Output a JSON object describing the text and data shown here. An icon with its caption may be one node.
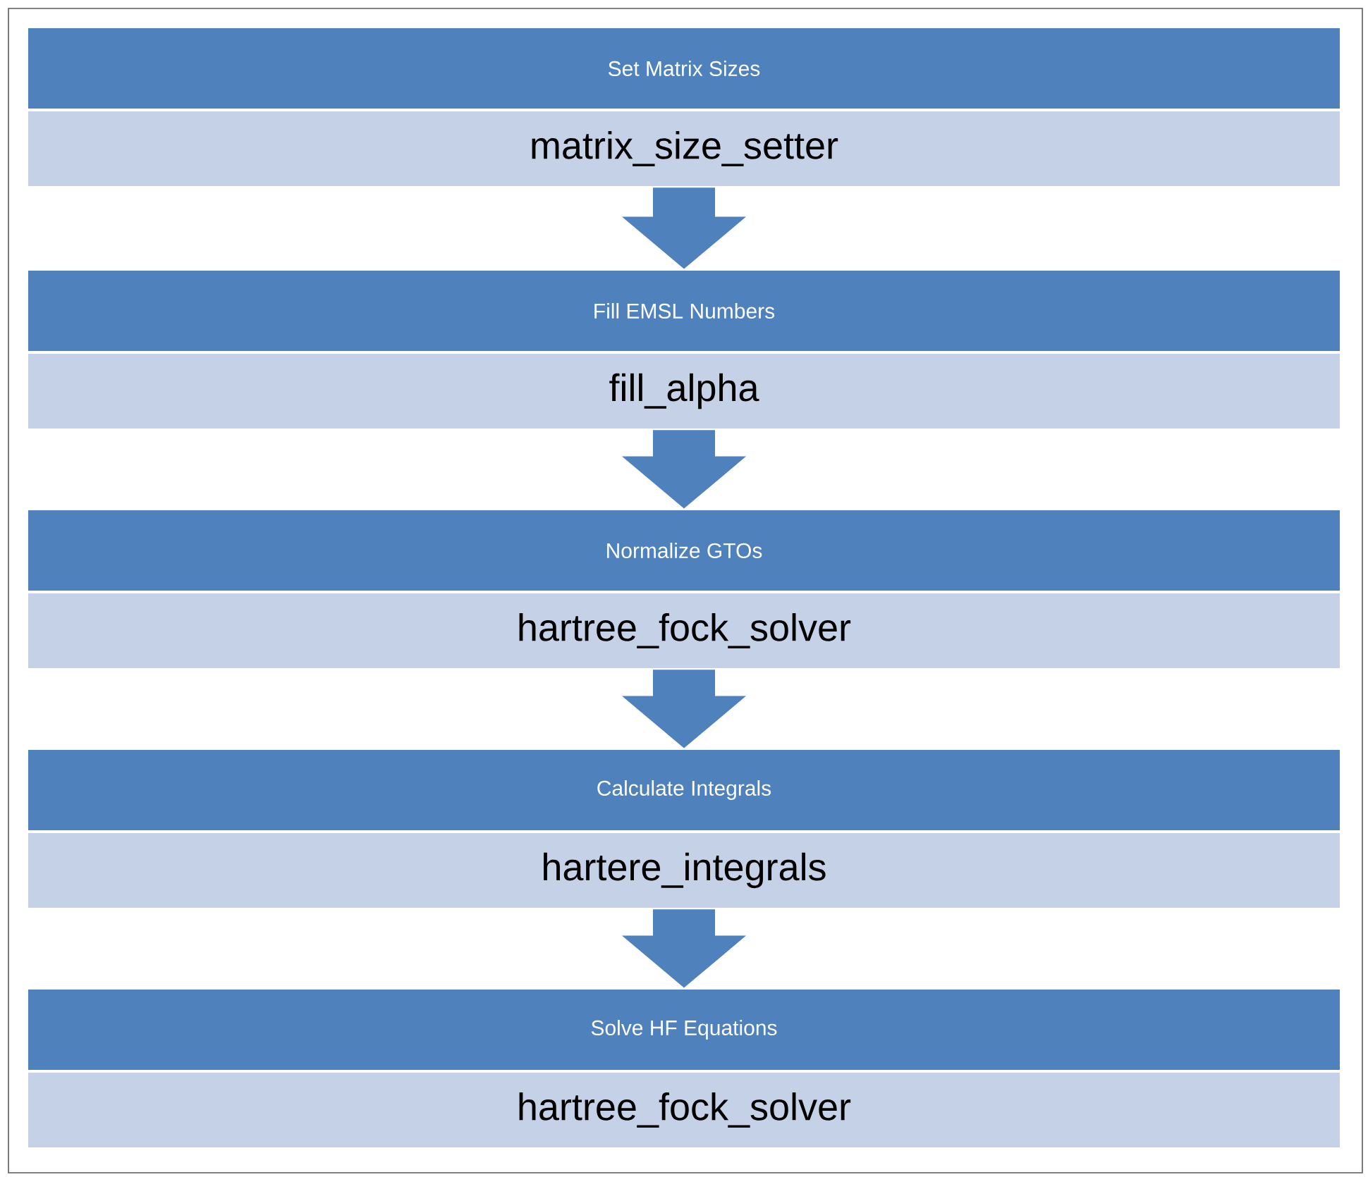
{
  "diagram": {
    "nodes": [
      {
        "text": [
          "Set Matrix Sizes"
        ]
      },
      {
        "text": [
          "matrix_size_setter"
        ]
      },
      {
        "text": [
          "Fill EMSL Numbers"
        ]
      },
      {
        "text": [
          "fill_alpha"
        ]
      },
      {
        "text": [
          "Normalize GTOs"
        ]
      },
      {
        "text": [
          "hartree_fock_solver"
        ]
      },
      {
        "text": [
          "Calculate Integrals"
        ]
      },
      {
        "text": [
          "hartere_integrals"
        ]
      },
      {
        "text": [
          "Solve HF Equations"
        ]
      },
      {
        "text": [
          "hartree_fock_solver"
        ]
      }
    ],
    "edges": [
      {
        "from": 1,
        "to": 2,
        "arrow": "to",
        "style": "thick"
      },
      {
        "from": 3,
        "to": 4,
        "arrow": "to",
        "style": "thick"
      },
      {
        "from": 5,
        "to": 6,
        "arrow": "to",
        "style": "thick"
      },
      {
        "from": 7,
        "to": 8,
        "arrow": "to",
        "style": "thick"
      }
    ]
  }
}
